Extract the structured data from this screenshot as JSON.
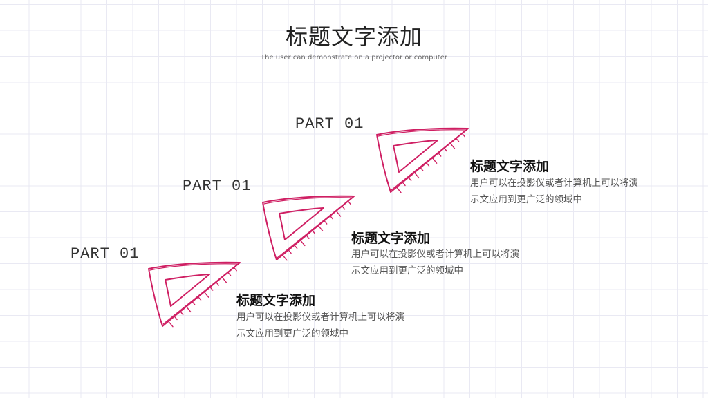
{
  "header": {
    "title": "标题文字添加",
    "subtitle": "The user can demonstrate on a projector or computer"
  },
  "steps": [
    {
      "part_label": "PART 01",
      "heading": "标题文字添加",
      "description": "用户可以在投影仪或者计算机上可以将演示文应用到更广泛的领域中",
      "icon": "triangle-ruler-icon"
    },
    {
      "part_label": "PART 01",
      "heading": "标题文字添加",
      "description": "用户可以在投影仪或者计算机上可以将演示文应用到更广泛的领域中",
      "icon": "triangle-ruler-icon"
    },
    {
      "part_label": "PART 01",
      "heading": "标题文字添加",
      "description": "用户可以在投影仪或者计算机上可以将演示文应用到更广泛的领域中",
      "icon": "triangle-ruler-icon"
    }
  ],
  "colors": {
    "accent": "#cf1f63",
    "grid": "#e9e9f3"
  }
}
